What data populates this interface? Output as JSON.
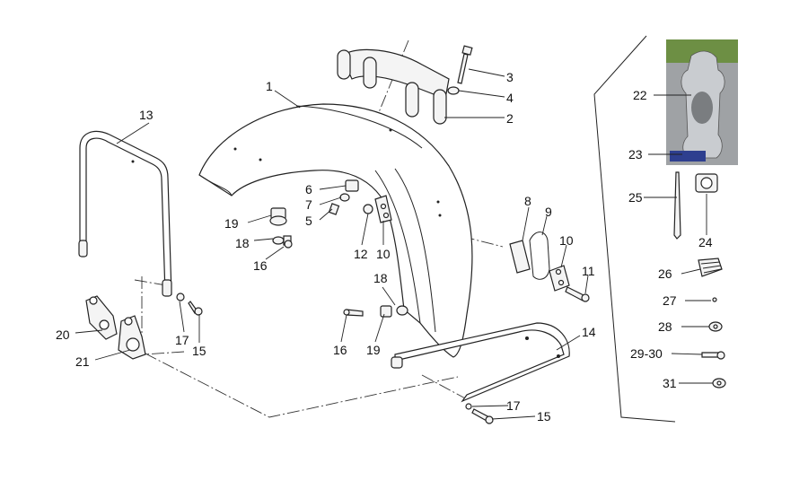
{
  "diagram": {
    "labels": {
      "1": "1",
      "2": "2",
      "3": "3",
      "4": "4",
      "5": "5",
      "6": "6",
      "7": "7",
      "8": "8",
      "9": "9",
      "10a": "10",
      "10b": "10",
      "11": "11",
      "12": "12",
      "13": "13",
      "14": "14",
      "15a": "15",
      "15b": "15",
      "16a": "16",
      "16b": "16",
      "17a": "17",
      "17b": "17",
      "18a": "18",
      "18b": "18",
      "19a": "19",
      "19b": "19",
      "20": "20",
      "21": "21",
      "22": "22",
      "23": "23",
      "24": "24",
      "25": "25",
      "26": "26",
      "27": "27",
      "28": "28",
      "29_30": "29-30",
      "31": "31"
    },
    "photo_icon": "fender-ornament-photo"
  }
}
